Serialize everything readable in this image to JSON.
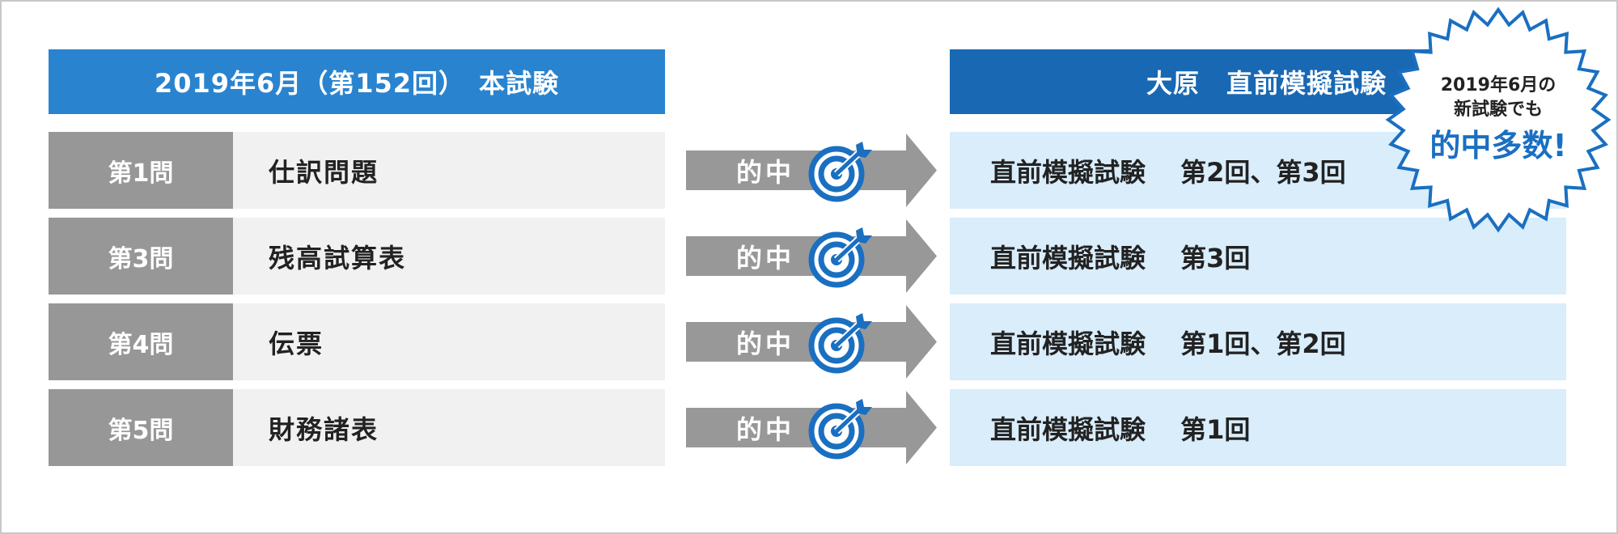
{
  "header": {
    "left_title": "2019年6月（第152回）　本試験",
    "right_title": "大原　直前模擬試験"
  },
  "rows": [
    {
      "question": "第1問",
      "topic": "仕訳問題",
      "hit": "的中",
      "result": "直前模擬試験　 第2回、第3回"
    },
    {
      "question": "第3問",
      "topic": "残高試算表",
      "hit": "的中",
      "result": "直前模擬試験　 第3回"
    },
    {
      "question": "第4問",
      "topic": "伝票",
      "hit": "的中",
      "result": "直前模擬試験　 第1回、第2回"
    },
    {
      "question": "第5問",
      "topic": "財務諸表",
      "hit": "的中",
      "result": "直前模擬試験　 第1回"
    }
  ],
  "badge": {
    "line1": "2019年6月の",
    "line2": "新試験でも",
    "line3": "的中多数!"
  },
  "colors": {
    "header_left": "#2a83cf",
    "header_right": "#1868b4",
    "question_bg": "#979797",
    "topic_bg": "#f1f1f1",
    "result_bg": "#d9edfb",
    "arrow": "#989898",
    "target_blue": "#1a6fc1"
  },
  "icons": {
    "arrow": "right-arrow-icon",
    "target": "target-icon"
  }
}
